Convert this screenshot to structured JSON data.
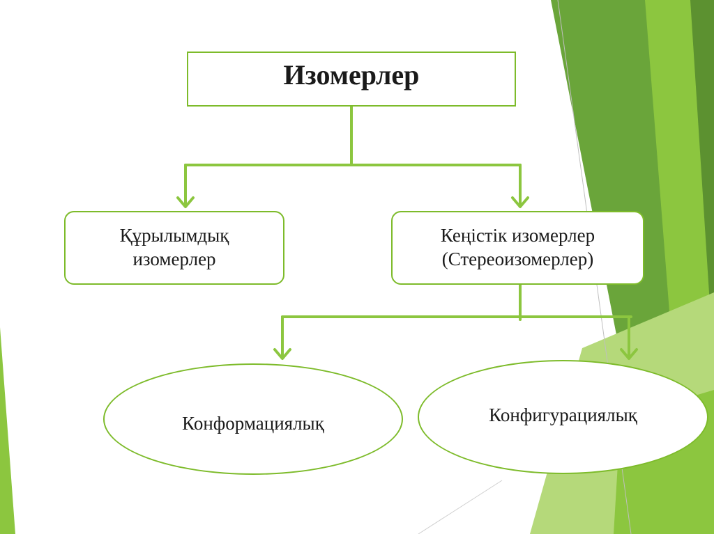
{
  "colors": {
    "accent": "#7dbb2a",
    "green_light": "#8cc63f",
    "green_mid": "#6aa53a",
    "green_dark": "#5c9130",
    "green_pale": "#b5d97a"
  },
  "diagram": {
    "root": {
      "label": "Изомерлер"
    },
    "structural": {
      "line1": "Құрылымдық",
      "line2": "изомерлер"
    },
    "spatial": {
      "line1": "Кеңістік изомерлер",
      "line2": "(Стереоизомерлер)"
    },
    "conformational": {
      "label": "Конформациялық"
    },
    "configurational": {
      "label": "Конфигурациялық"
    }
  }
}
